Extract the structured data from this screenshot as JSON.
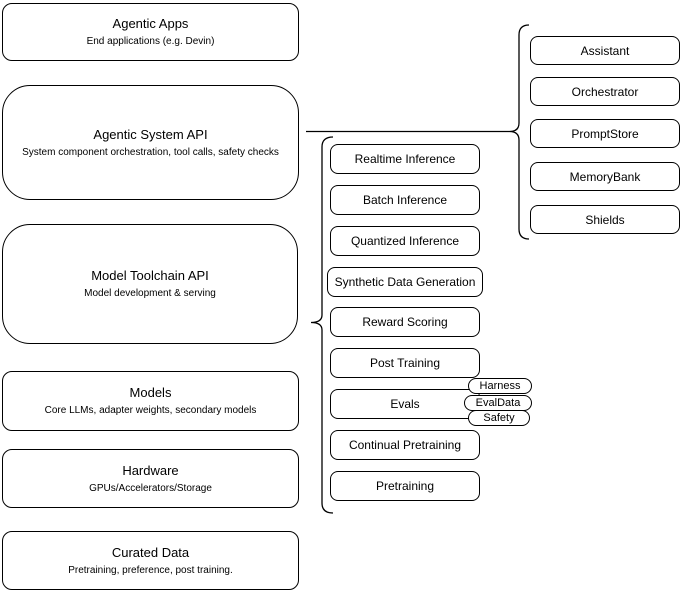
{
  "diagram": {
    "left_stack": [
      {
        "title": "Agentic Apps",
        "subtitle": "End applications (e.g. Devin)"
      },
      {
        "title": "Agentic System API",
        "subtitle": "System component orchestration, tool calls, safety checks"
      },
      {
        "title": "Model Toolchain API",
        "subtitle": "Model development & serving"
      },
      {
        "title": "Models",
        "subtitle": "Core LLMs, adapter weights, secondary models"
      },
      {
        "title": "Hardware",
        "subtitle": "GPUs/Accelerators/Storage"
      },
      {
        "title": "Curated Data",
        "subtitle": "Pretraining, preference, post training."
      }
    ],
    "toolchain_services": [
      {
        "label": "Realtime Inference"
      },
      {
        "label": "Batch Inference"
      },
      {
        "label": "Quantized Inference"
      },
      {
        "label": "Synthetic Data Generation"
      },
      {
        "label": "Reward Scoring"
      },
      {
        "label": "Post Training"
      },
      {
        "label": "Evals"
      },
      {
        "label": "Continual Pretraining"
      },
      {
        "label": "Pretraining"
      }
    ],
    "eval_tags": [
      {
        "label": "Harness"
      },
      {
        "label": "EvalData"
      },
      {
        "label": "Safety"
      }
    ],
    "system_components": [
      {
        "label": "Assistant"
      },
      {
        "label": "Orchestrator"
      },
      {
        "label": "PromptStore"
      },
      {
        "label": "MemoryBank"
      },
      {
        "label": "Shields"
      }
    ],
    "colors": {
      "stroke": "#000000",
      "background": "#ffffff",
      "text": "#000000"
    }
  }
}
